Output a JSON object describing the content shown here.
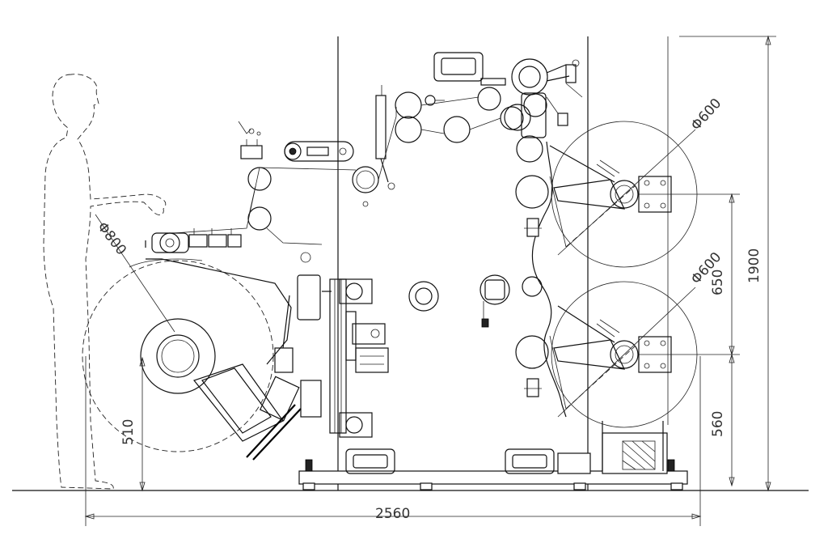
{
  "dimensions": {
    "total_width": "2560",
    "total_height": "1900",
    "height_650": "650",
    "height_560": "560",
    "unwind_axis_height": "510",
    "diameter_unwind": "Φ800",
    "diameter_rewind_upper": "Φ600",
    "diameter_rewind_lower": "Φ600"
  }
}
